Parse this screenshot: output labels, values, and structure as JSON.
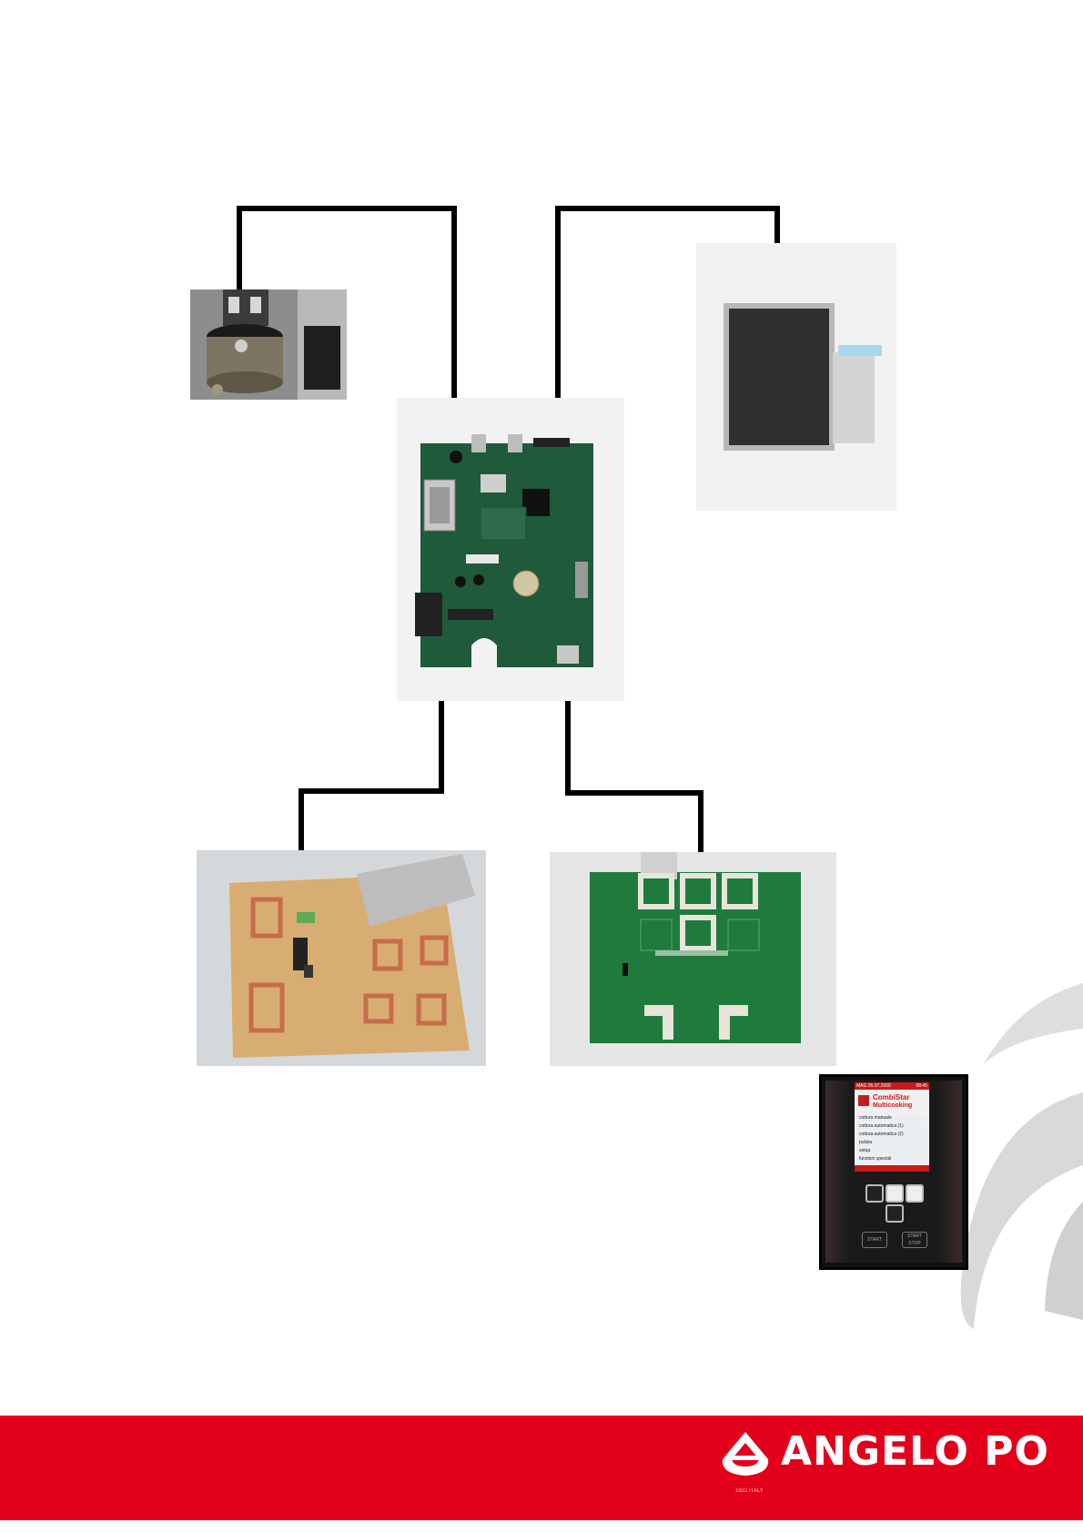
{
  "components": {
    "temperature_probe": "temperature-probe",
    "cpu_board": "cpu-board",
    "lcd_display": "lcd-display",
    "capacitive_keyboard": "capacitive-keyboard",
    "key_frame_board": "key-frame-board",
    "control_panel": "control-panel"
  },
  "control_panel": {
    "header_left": "MAG 05.07.2009",
    "header_right": "08:45",
    "brand": "CombiStar",
    "subbrand": "Multicooking",
    "menu": [
      "cottura manuale",
      "cottura automatica (1)",
      "cottura automatica (2)",
      "pulizia",
      "setup",
      "funzioni speciali"
    ],
    "button_left": "START",
    "button_right": "START STOP"
  },
  "footer": {
    "brand": "ANGELO PO",
    "sub": "1922 ITALY"
  },
  "colors": {
    "brand_red": "#e3001b",
    "wire": "#000000"
  }
}
